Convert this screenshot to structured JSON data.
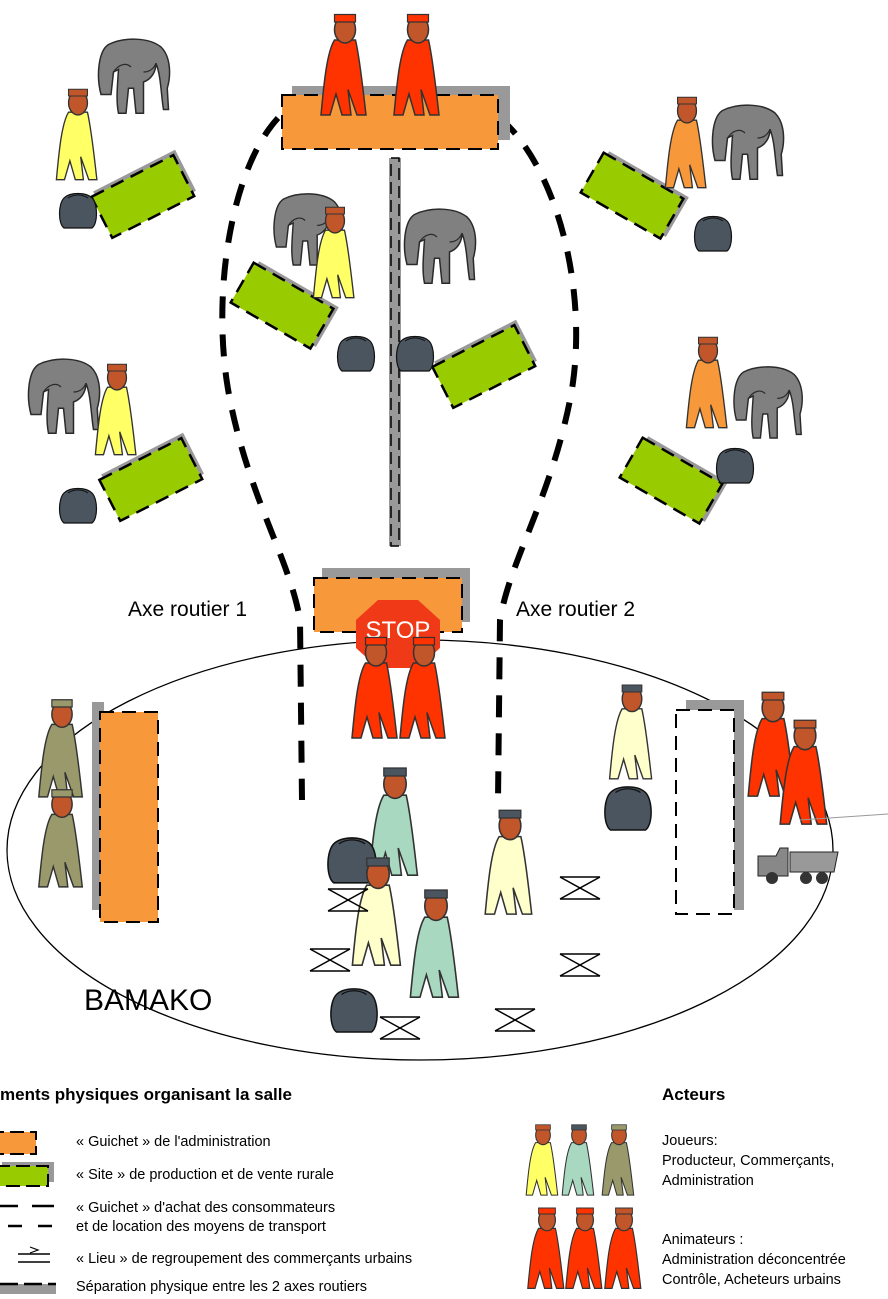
{
  "diagram": {
    "road_label_1": "Axe routier 1",
    "road_label_2": "Axe routier 2",
    "stop_sign": "STOP",
    "city_label": "BAMAKO"
  },
  "legend": {
    "title": "ments physiques organisant la salle",
    "items": [
      "« Guichet » de l'administration",
      "« Site » de production et de vente rurale",
      "« Guichet » d'achat des consommateurs",
      "et de location des moyens de transport",
      "« Lieu » de regroupement des commerçants urbains",
      "Séparation physique entre les 2 axes routiers"
    ]
  },
  "actors": {
    "title": "Acteurs",
    "players_title": "Joueurs:",
    "players_desc": "Producteur, Commerçants,",
    "players_desc2": "Administration",
    "animators_title": "Animateurs :",
    "animators_desc": "Administration déconcentrée",
    "animators_desc2": "Contrôle, Acheteurs urbains"
  },
  "colors": {
    "admin_orange": "#F7993A",
    "site_green": "#99CC00",
    "actor_red": "#FF3300",
    "stop_red": "#F03A17",
    "elephant_gray": "#808080",
    "sack_dark": "#4A5560",
    "farmer_yellow": "#FFFF66",
    "trader_teal": "#A8D8C0",
    "buyer_cream": "#FFFFCC",
    "admin_khaki": "#99996B",
    "skin_brown": "#C0562A"
  },
  "icons": [
    "elephant-icon",
    "farmer-icon",
    "sack-icon",
    "truck-icon",
    "stop-sign-icon",
    "crossed-box-icon"
  ]
}
